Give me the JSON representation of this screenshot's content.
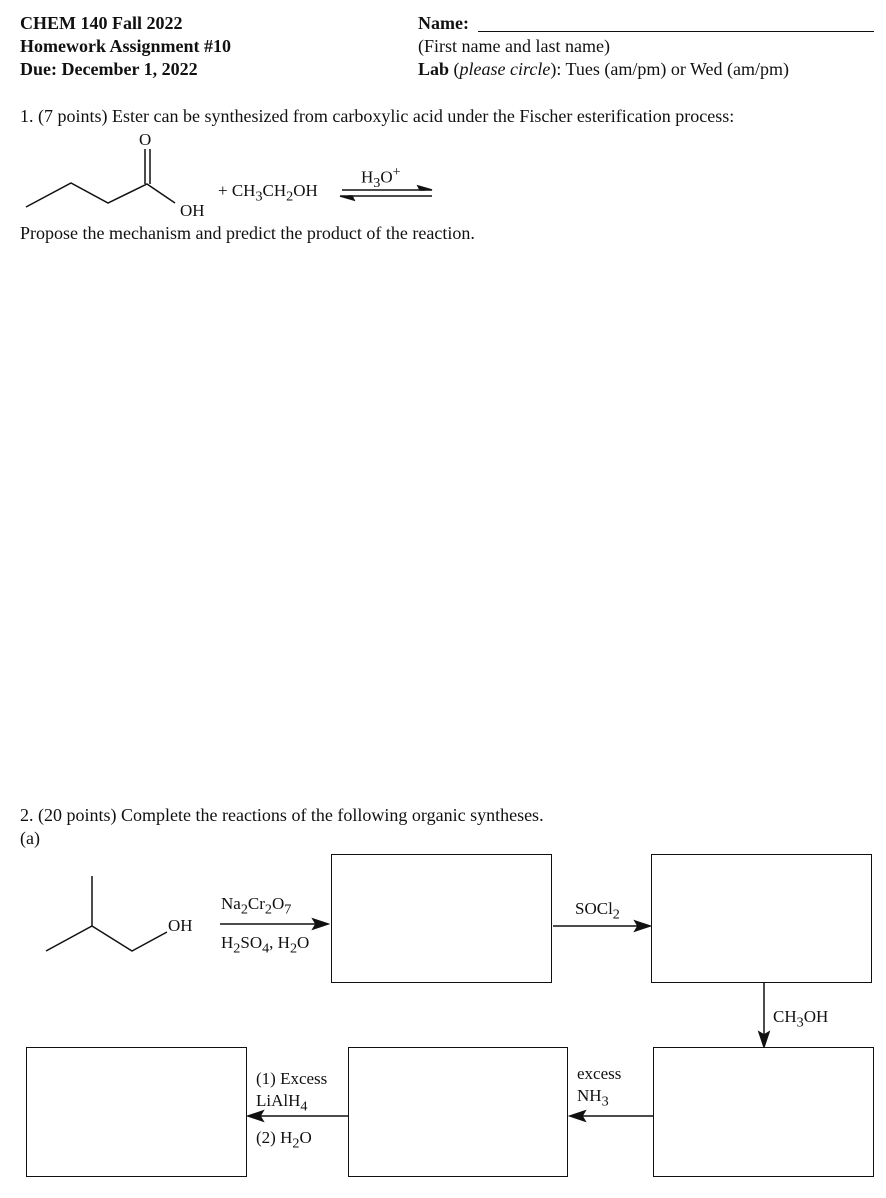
{
  "header": {
    "course": "CHEM 140 Fall 2022",
    "assignment": "Homework Assignment #10",
    "due": "Due: December 1, 2022",
    "name_label": "Name:",
    "name_hint": "(First name and last name)",
    "lab_label": "Lab",
    "lab_open": " (",
    "lab_italic": "please circle",
    "lab_options": "): Tues (am/pm) or Wed (am/pm)"
  },
  "q1": {
    "prompt": "1. (7 points) Ester can be synthesized from carboxylic acid under the Fischer esterification process:",
    "carbonyl_o": "O",
    "hydroxyl": "OH",
    "plus": "+ ",
    "ethanol": {
      "a": "CH",
      "s1": "3",
      "b": "CH",
      "s2": "2",
      "c": "OH"
    },
    "catalyst": {
      "a": "H",
      "s": "3",
      "b": "O",
      "sup": "+"
    },
    "instruction": "Propose the mechanism and predict the product of the reaction."
  },
  "q2": {
    "prompt": "2. (20 points) Complete the reactions of the following organic syntheses.",
    "part": "(a)",
    "start_oh": "OH",
    "step1_top": {
      "a": "Na",
      "s1": "2",
      "b": "Cr",
      "s2": "2",
      "c": "O",
      "s3": "7"
    },
    "step1_bottom": {
      "a": "H",
      "s1": "2",
      "b": "SO",
      "s2": "4",
      "c": ", H",
      "s3": "2",
      "d": "O"
    },
    "step2": {
      "a": "SOCl",
      "s": "2"
    },
    "step3": {
      "a": "CH",
      "s": "3",
      "b": "OH"
    },
    "step4_line1": "excess",
    "step4_line2": {
      "a": "NH",
      "s": "3"
    },
    "step5_line1": "(1) Excess",
    "step5_line2": {
      "a": "LiAlH",
      "s": "4"
    },
    "step5_line3": {
      "a": "(2) H",
      "s": "2",
      "b": "O"
    }
  }
}
